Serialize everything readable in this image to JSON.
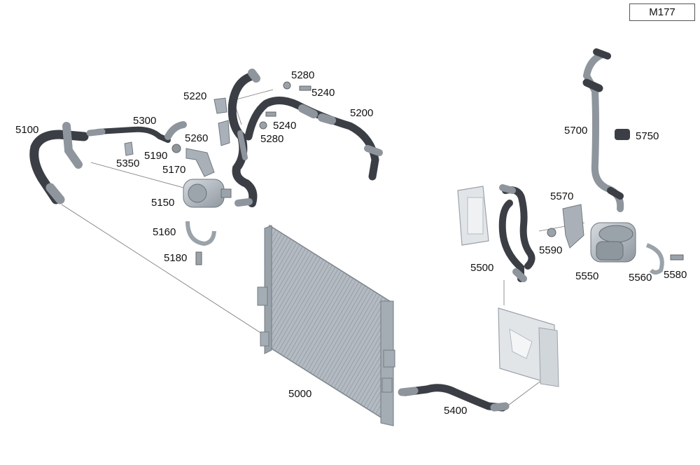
{
  "model_code": "M177",
  "labels": {
    "p5000": "5000",
    "p5100": "5100",
    "p5150": "5150",
    "p5160": "5160",
    "p5170": "5170",
    "p5180": "5180",
    "p5190": "5190",
    "p5200": "5200",
    "p5220": "5220",
    "p5240a": "5240",
    "p5240b": "5240",
    "p5260": "5260",
    "p5280a": "5280",
    "p5280b": "5280",
    "p5300": "5300",
    "p5350": "5350",
    "p5400": "5400",
    "p5500": "5500",
    "p5550": "5550",
    "p5560": "5560",
    "p5570": "5570",
    "p5580": "5580",
    "p5590": "5590",
    "p5700": "5700",
    "p5750": "5750"
  },
  "colors": {
    "hose_dark": "#3b3f45",
    "hose_light": "#8e959d",
    "metal": "#a9b0b8",
    "radiator": "#b8bec5",
    "leader": "#777777"
  }
}
